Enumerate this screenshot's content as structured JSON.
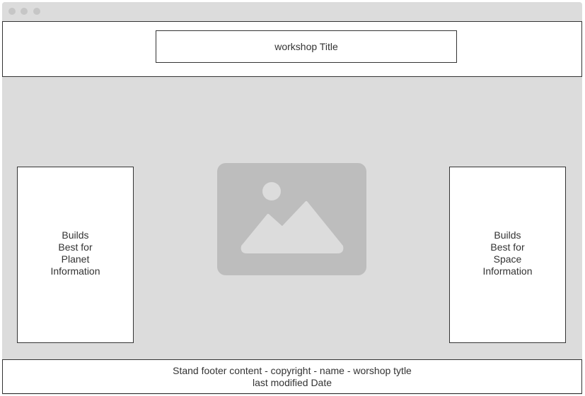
{
  "header": {
    "title": "workshop Title"
  },
  "left_panel": {
    "lines": [
      "Builds",
      "Best for",
      "Planet",
      "Information"
    ]
  },
  "right_panel": {
    "lines": [
      "Builds",
      "Best for",
      "Space",
      "Information"
    ]
  },
  "main": {
    "image_icon": "image-placeholder-icon"
  },
  "footer": {
    "line1": "Stand footer content - copyright - name - worshop tytle",
    "line2": "last modified Date"
  },
  "colors": {
    "window_bg": "#dcdcdc",
    "border": "#333333",
    "placeholder": "#bdbdbd",
    "text": "#333333"
  }
}
